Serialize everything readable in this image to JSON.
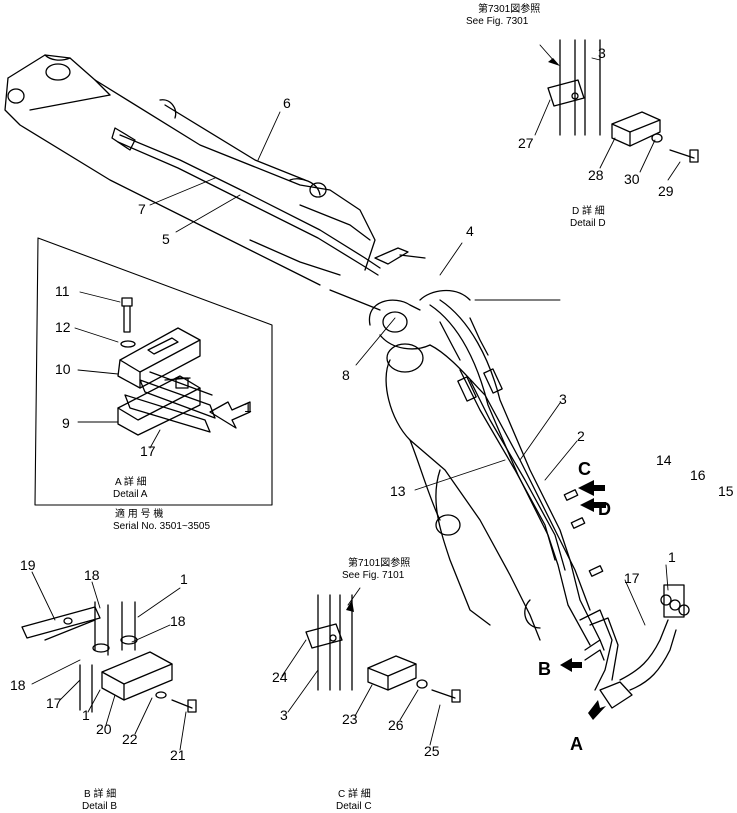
{
  "references": {
    "fig7301_jp": "第7301図参照",
    "fig7301_en": "See Fig. 7301",
    "fig7101_jp": "第7101図参照",
    "fig7101_en": "See Fig. 7101"
  },
  "details": {
    "a_jp": "A 詳 細",
    "a_en": "Detail A",
    "b_jp": "B 詳 細",
    "b_en": "Detail B",
    "c_jp": "C 詳 細",
    "c_en": "Detail C",
    "d_jp": "D 詳 細",
    "d_en": "Detail D"
  },
  "serial": {
    "jp": "適 用 号 機",
    "en": "Serial No. 3501~3505"
  },
  "view_arrows": {
    "a": "A",
    "b": "B",
    "c": "C",
    "d": "D"
  },
  "callouts": {
    "n1": "1",
    "n2": "2",
    "n3": "3",
    "n4": "4",
    "n5": "5",
    "n6": "6",
    "n7": "7",
    "n8": "8",
    "n9": "9",
    "n10": "10",
    "n11": "11",
    "n12": "12",
    "n13": "13",
    "n14": "14",
    "n15": "15",
    "n16": "16",
    "n17": "17",
    "n18": "18",
    "n19": "19",
    "n20": "20",
    "n21": "21",
    "n22": "22",
    "n23": "23",
    "n24": "24",
    "n25": "25",
    "n26": "26",
    "n27": "27",
    "n28": "28",
    "n29": "29",
    "n30": "30"
  }
}
